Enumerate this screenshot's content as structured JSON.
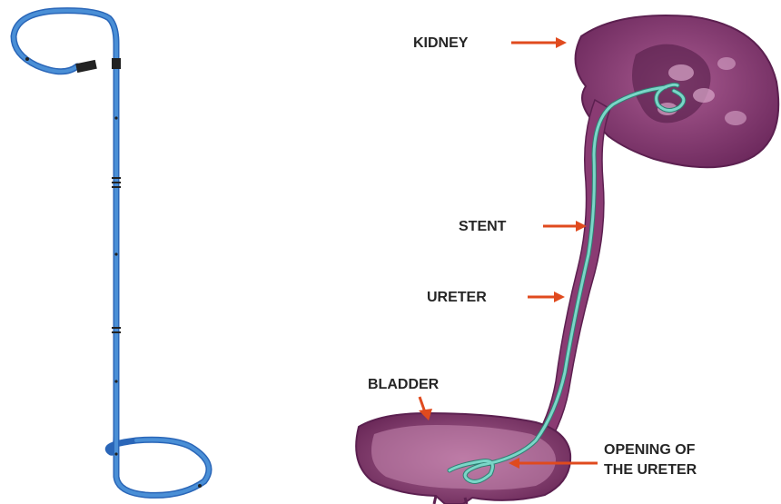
{
  "labels": {
    "kidney": "KIDNEY",
    "stent": "STENT",
    "ureter": "URETER",
    "bladder": "BLADDER",
    "opening_line1": "OPENING OF",
    "opening_line2": "THE URETER"
  },
  "colors": {
    "stent_blue": "#4a8fd6",
    "stent_outline": "#2a66b8",
    "kidney": "#8a3b73",
    "kidney_dark": "#5c2050",
    "stent_in_body": "#7ad6c8",
    "arrow": "#e04a1e",
    "label_text": "#262626"
  }
}
